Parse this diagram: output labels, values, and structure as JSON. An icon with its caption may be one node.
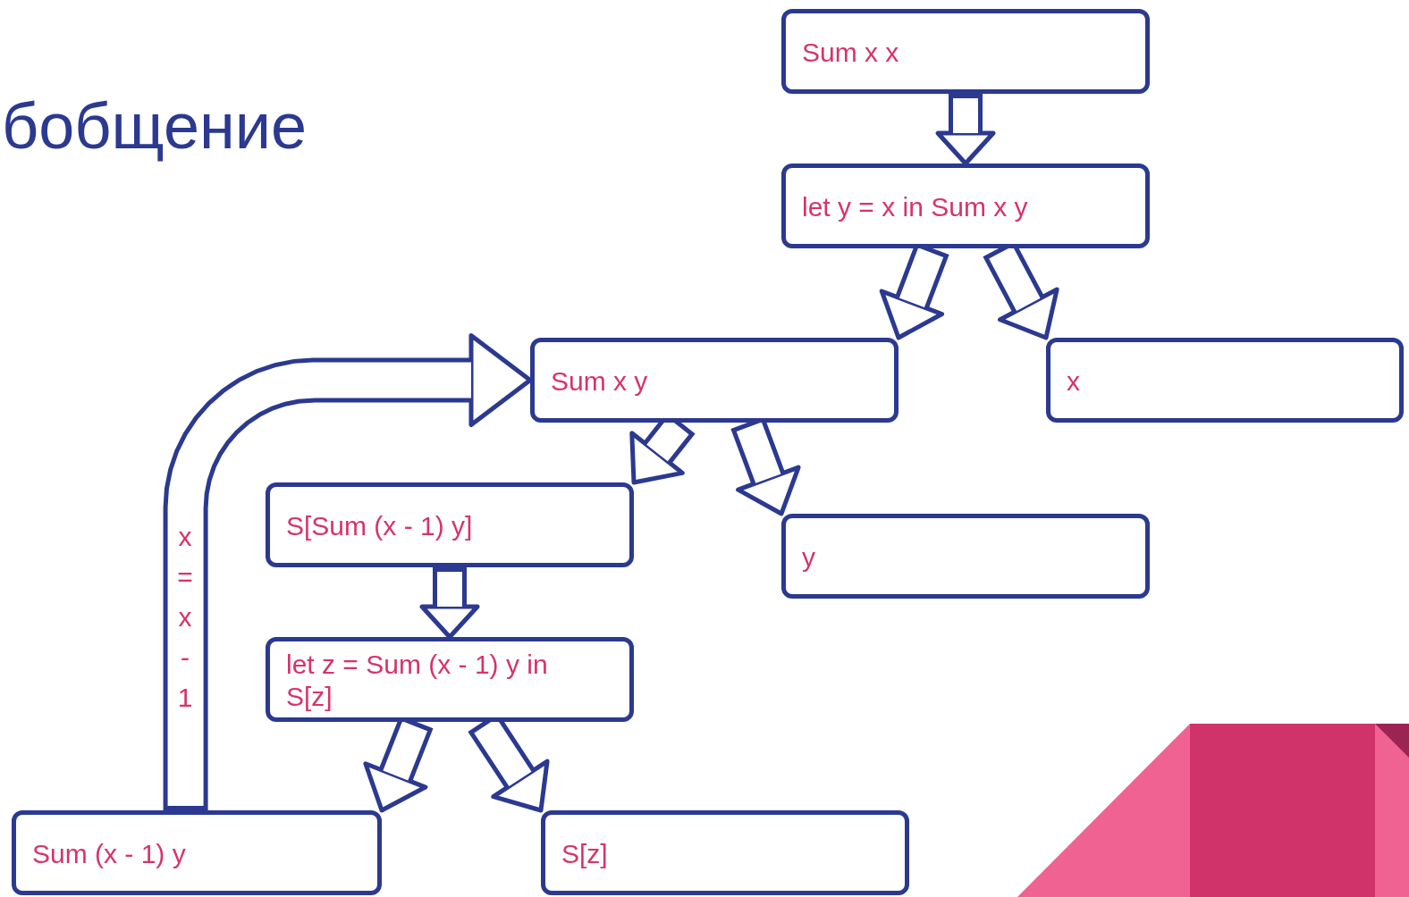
{
  "diagram": {
    "title": "бобщение",
    "nodes": [
      {
        "text": [
          "Sum x x"
        ]
      },
      {
        "text": [
          "let y = x in Sum x y"
        ]
      },
      {
        "text": [
          "Sum x y"
        ]
      },
      {
        "text": [
          "x"
        ]
      },
      {
        "text": [
          "S[Sum (x - 1) y]"
        ]
      },
      {
        "text": [
          "y"
        ]
      },
      {
        "text": [
          "let z = Sum (x - 1) y in S[z]"
        ]
      },
      {
        "text": [
          "Sum (x - 1) y"
        ]
      },
      {
        "text": [
          "S[z]"
        ]
      }
    ],
    "edges": [
      {
        "from": 0,
        "to": 1,
        "arrow": "to"
      },
      {
        "from": 1,
        "to": 2,
        "arrow": "to"
      },
      {
        "from": 1,
        "to": 3,
        "arrow": "to"
      },
      {
        "from": 2,
        "to": 4,
        "arrow": "to"
      },
      {
        "from": 2,
        "to": 5,
        "arrow": "to"
      },
      {
        "from": 4,
        "to": 6,
        "arrow": "to"
      },
      {
        "from": 6,
        "to": 7,
        "arrow": "to"
      },
      {
        "from": 6,
        "to": 8,
        "arrow": "to"
      },
      {
        "from": 7,
        "to": 2,
        "arrow": "to",
        "label": "x = x - 1"
      }
    ]
  }
}
